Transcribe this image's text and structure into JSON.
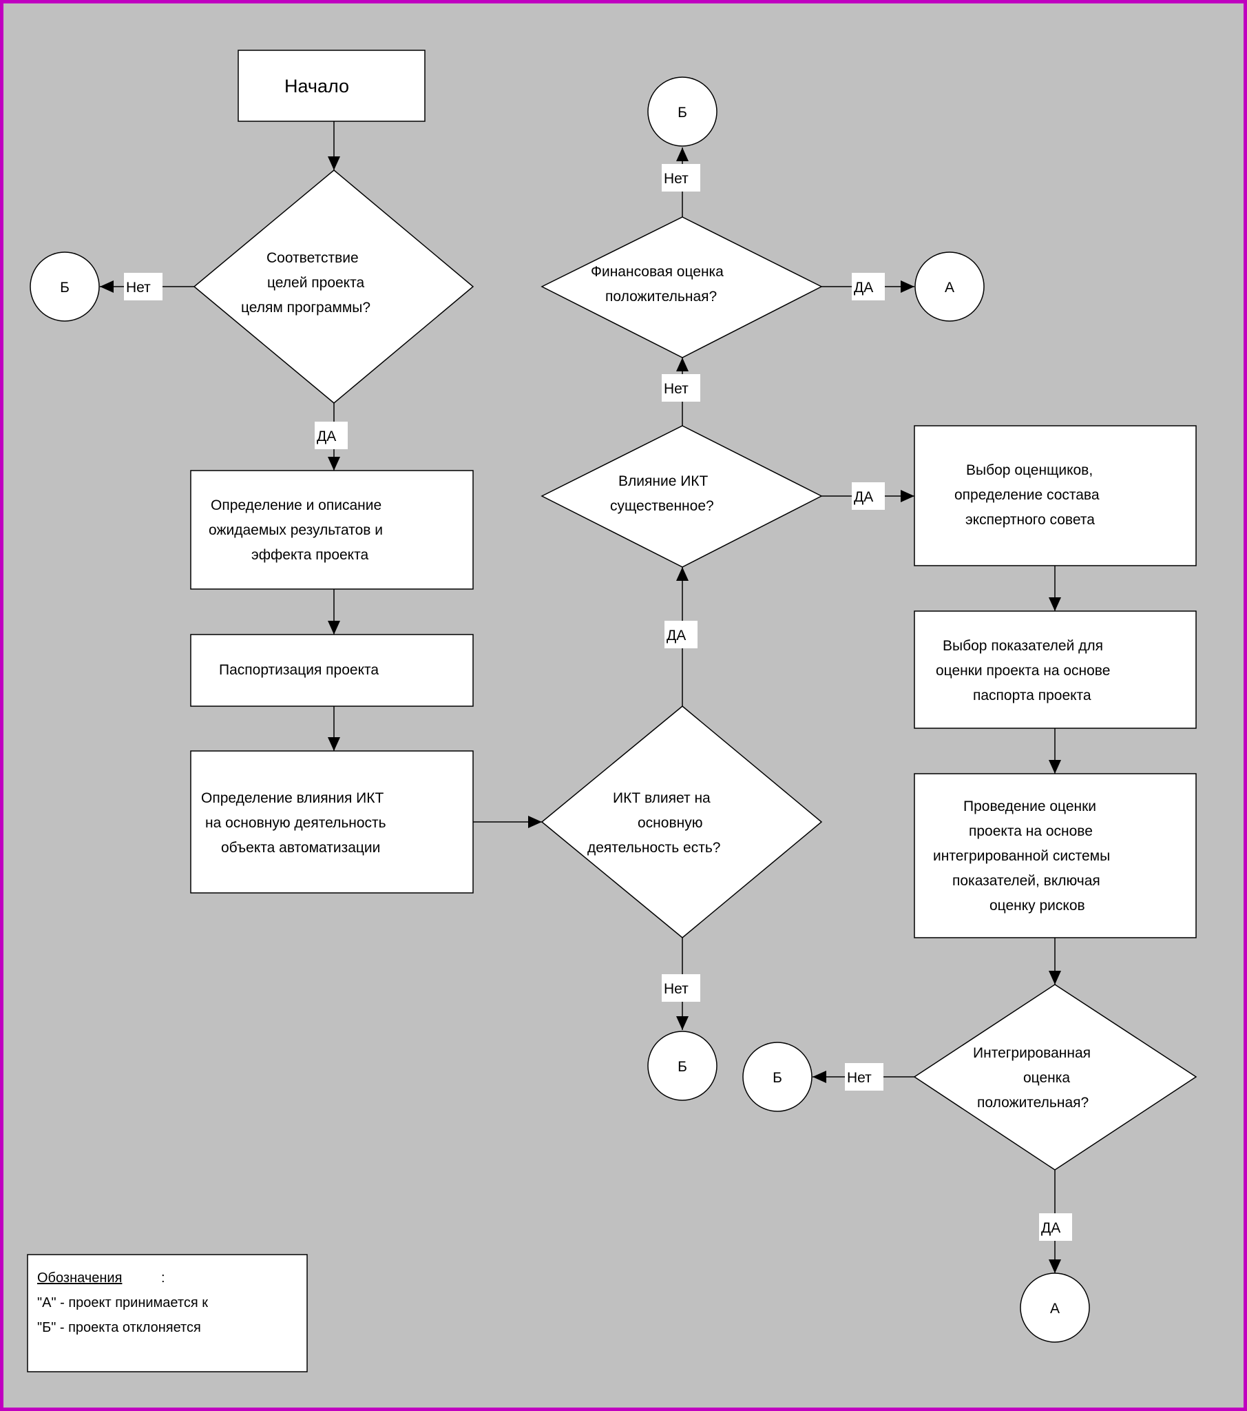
{
  "nodes": {
    "start": "Начало",
    "goals_check": [
      "Соответствие",
      "целей проекта",
      "целям программы?"
    ],
    "results_def": [
      "Определение и описание",
      "ожидаемых результатов и",
      "эффекта проекта"
    ],
    "passport": "Паспортизация проекта",
    "ict_influence_def": [
      "Определение влияния ИКТ",
      "на основную деятельность",
      "объекта автоматизации"
    ],
    "ict_affects": [
      "ИКТ влияет на",
      "основную",
      "деятельность есть?"
    ],
    "ict_significant": [
      "Влияние ИКТ",
      "существенное?"
    ],
    "financial_check": [
      "Финансовая оценка",
      "положительная?"
    ],
    "select_experts": [
      "Выбор оценщиков,",
      "определение состава",
      "экспертного совета"
    ],
    "select_indicators": [
      "Выбор показателей для",
      "оценки проекта на основе",
      "паспорта проекта"
    ],
    "assessment": [
      "Проведение оценки",
      "проекта на основе",
      "интегрированной системы",
      "показателей, включая",
      "оценку рисков"
    ],
    "integrated_check": [
      "Интегрированная",
      "оценка",
      "положительная?"
    ]
  },
  "connectors": {
    "b": "Б",
    "a": "А"
  },
  "edge_labels": {
    "yes": "ДА",
    "no": "Нет"
  },
  "legend": {
    "title": "Обозначения",
    "colon": ":",
    "line_a": "\"А\" - проект принимается к",
    "line_b": "\"Б\" - проекта отклоняется"
  }
}
